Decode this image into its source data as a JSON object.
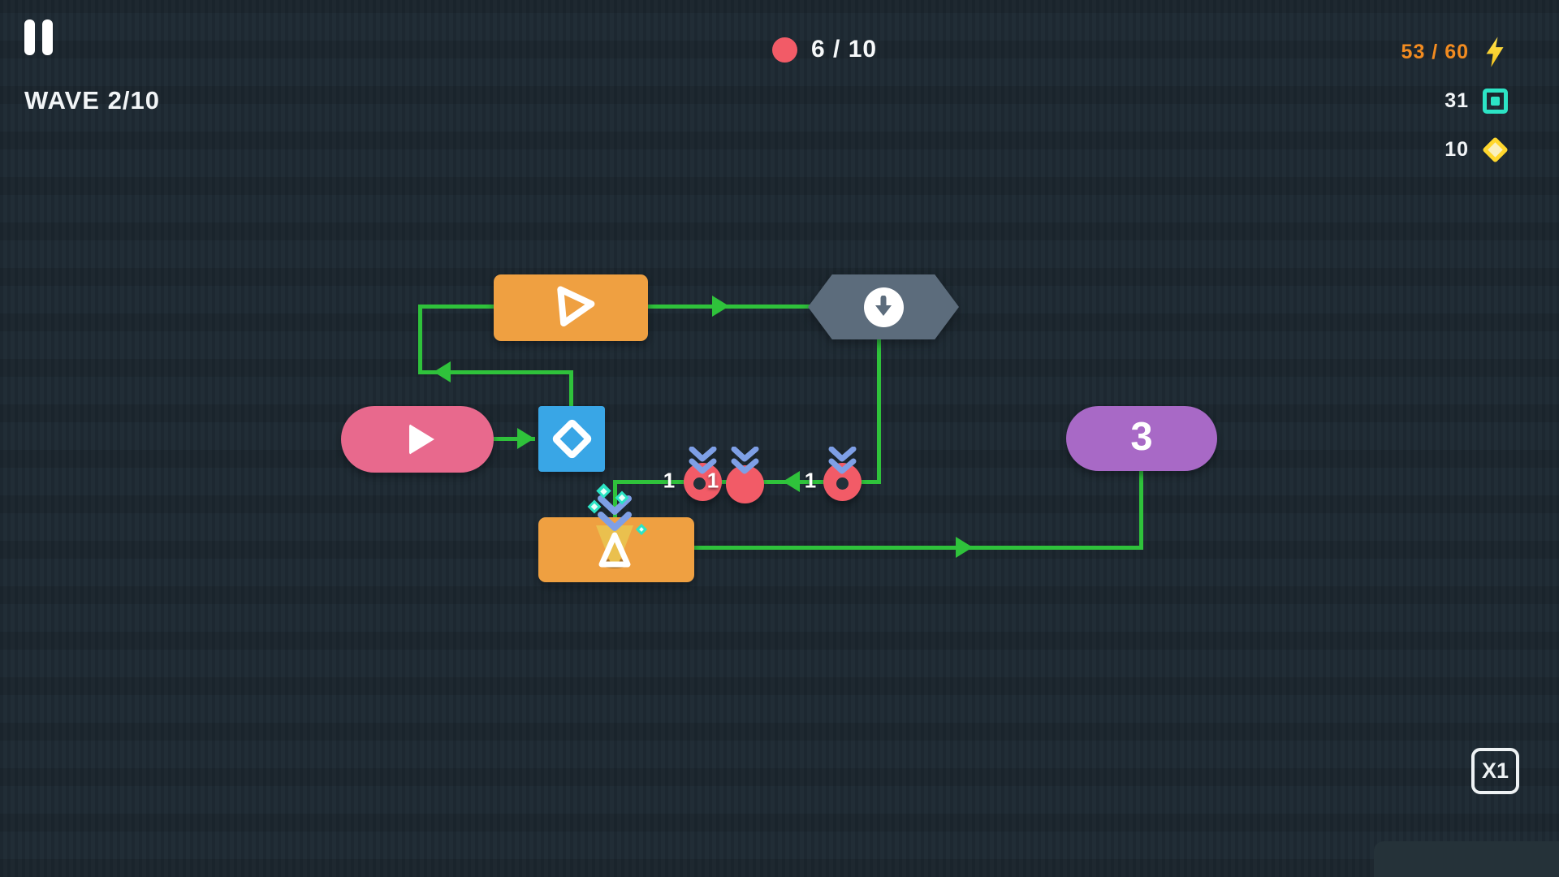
{
  "palette": {
    "background": "#212d36",
    "wire_green": "#2fc23b",
    "node_orange": "#efa041",
    "node_pink": "#e8698d",
    "node_blue": "#39a6e6",
    "node_purple": "#a869c6",
    "node_hex_gray": "#5c6c7c",
    "enemy_red": "#f25b67",
    "chevron_blue": "#7e9fe6",
    "spark_teal": "#2ce4c5",
    "energy_orange": "#f28b20",
    "gem_yellow": "#ffd72e",
    "text_white": "#f2f5f7"
  },
  "hud": {
    "pause_icon": "pause-icon",
    "wave_label": "WAVE 2/10",
    "enemy_counter": {
      "icon": "enemy-dot-icon",
      "value": "6 / 10"
    },
    "resources": {
      "energy": {
        "value": "53 / 60",
        "icon": "lightning-icon"
      },
      "modules": {
        "value": "31",
        "icon": "square-in-square-icon"
      },
      "gems": {
        "value": "10",
        "icon": "diamond-icon"
      }
    },
    "speed_label": "X1"
  },
  "board": {
    "nodes": {
      "start": {
        "icon": "play-icon",
        "shape": "pink-pill"
      },
      "condition": {
        "icon": "diamond-outline-icon",
        "shape": "blue-square"
      },
      "router": {
        "icon": "triangle-outline-icon",
        "shape": "orange-rect"
      },
      "sink": {
        "icon": "down-arrow-circle-icon",
        "shape": "gray-hexagon"
      },
      "trap": {
        "icon": "triangle-funnel-icon",
        "shape": "orange-rect"
      },
      "counter": {
        "value": "3",
        "shape": "purple-pill"
      }
    },
    "enemies": [
      {
        "hp": "1",
        "status_icon": "double-chevron-down-icon"
      },
      {
        "hp": "1",
        "status_icon": "double-chevron-down-icon"
      },
      {
        "hp": "1",
        "status_icon": "double-chevron-down-icon"
      }
    ]
  }
}
